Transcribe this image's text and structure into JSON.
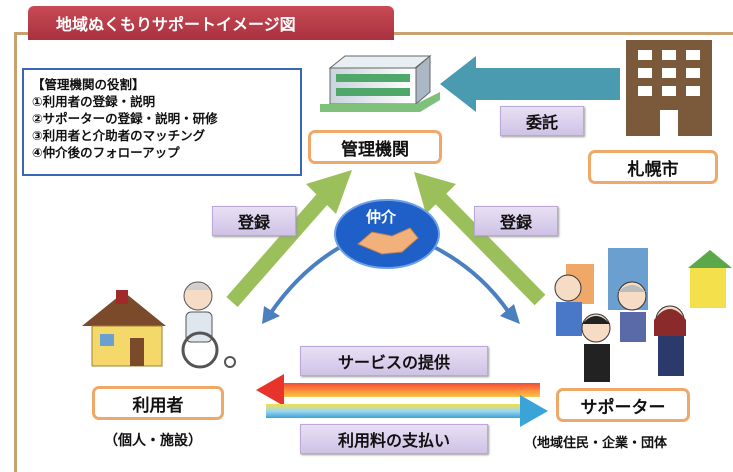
{
  "title": "地域ぬくもりサポートイメージ図",
  "roles_box": {
    "heading": "【管理機関の役割】",
    "items": [
      "①利用者の登録・説明",
      "②サポーターの登録・説明・研修",
      "③利用者と介助者のマッチング",
      "④仲介後のフォローアップ"
    ]
  },
  "nodes": {
    "agency": "管理機関",
    "city": "札幌市",
    "user": "利用者",
    "supporter": "サポーター",
    "mediation": "仲介"
  },
  "arrow_labels": {
    "commission": "委託",
    "register_left": "登録",
    "register_right": "登録",
    "service": "サービスの提供",
    "payment": "利用料の支払い"
  },
  "notes": {
    "user_types": "個人・施設",
    "supporter_types": "地域住民・企業・団体"
  },
  "colors": {
    "title_bar": "#b83d49",
    "node_border": "#f0a868",
    "label_fill": "#ddd3ee",
    "roles_border": "#3a66b5",
    "commission_arrow": "#4a9ab0",
    "register_arrow": "#9bbf5a",
    "mediation_arrow": "#4a7fc0",
    "service_arrow": "#d82a2a",
    "payment_arrow": "#3aa3d8"
  }
}
